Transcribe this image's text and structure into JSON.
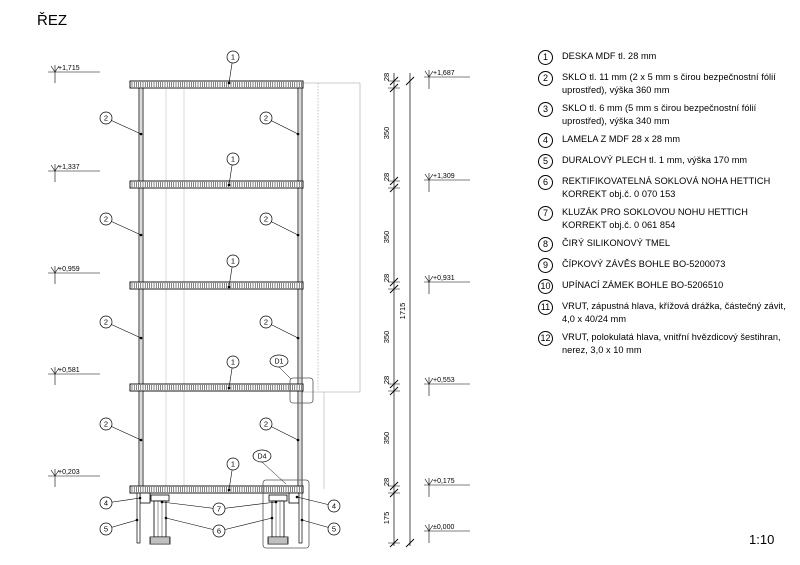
{
  "title": "ŘEZ",
  "scale": "1:10",
  "levels_left": [
    "+1,715",
    "+1,337",
    "+0,959",
    "+0,581",
    "+0,203"
  ],
  "levels_right": [
    "+1,687",
    "+1,309",
    "+0,931",
    "+0,553",
    "+0,175",
    "±0,000"
  ],
  "dimensions": [
    "28",
    "350",
    "28",
    "350",
    "28",
    "350",
    "28",
    "350",
    "28",
    "175"
  ],
  "total_height": "1715",
  "details": [
    "D1",
    "D4"
  ],
  "legend": [
    {
      "num": "1",
      "text": "DESKA MDF tl. 28 mm"
    },
    {
      "num": "2",
      "text": "SKLO tl. 11 mm (2 x 5 mm s čirou bezpečnostní fólií uprostřed), výška 360 mm"
    },
    {
      "num": "3",
      "text": "SKLO tl. 6 mm (5 mm s čirou bezpečnostní fólií uprostřed), výška 340 mm"
    },
    {
      "num": "4",
      "text": "LAMELA Z MDF 28 x 28 mm"
    },
    {
      "num": "5",
      "text": "DURALOVÝ PLECH tl. 1 mm, výška 170 mm"
    },
    {
      "num": "6",
      "text": "REKTIFIKOVATELNÁ SOKLOVÁ NOHA HETTICH KORREKT obj.č. 0 070 153"
    },
    {
      "num": "7",
      "text": "KLUZÁK PRO SOKLOVOU NOHU HETTICH KORREKT obj.č. 0 061 854"
    },
    {
      "num": "8",
      "text": "ČIRÝ SILIKONOVÝ TMEL"
    },
    {
      "num": "9",
      "text": "ČÍPKOVÝ ZÁVĚS BOHLE BO-5200073"
    },
    {
      "num": "10",
      "text": "UPÍNACÍ ZÁMEK BOHLE BO-5206510"
    },
    {
      "num": "11",
      "text": "VRUT, zápustná hlava, křížová drážka, částečný závit, 4,0 x 40/24 mm"
    },
    {
      "num": "12",
      "text": "VRUT, polokulatá hlava, vnitřní hvězdicový šestihran, nerez, 3,0 x 10 mm"
    }
  ]
}
